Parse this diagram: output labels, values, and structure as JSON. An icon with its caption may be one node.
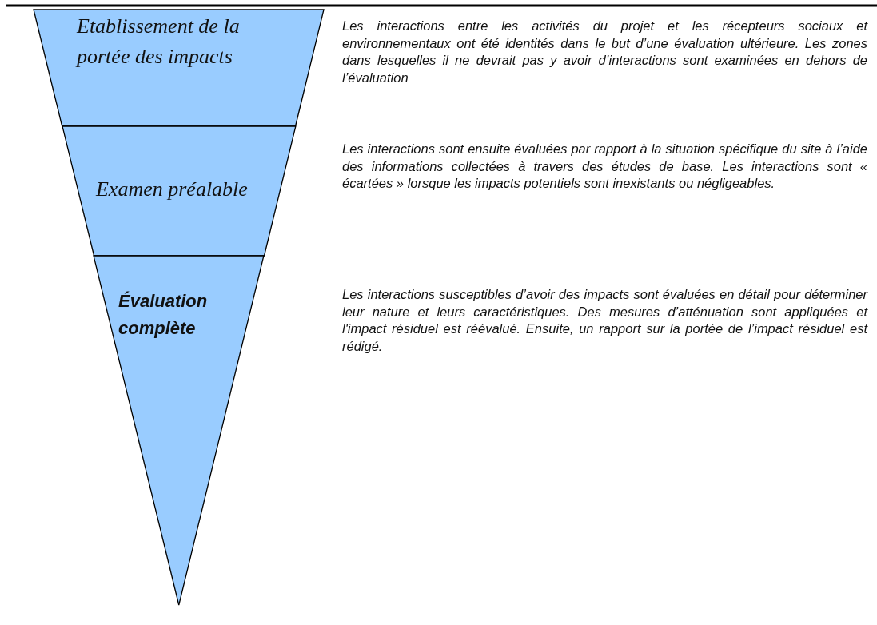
{
  "diagram": {
    "nodes": [
      {
        "text": [
          "Etablissement de la portée des impacts"
        ]
      },
      {
        "text": [
          "Examen préalable"
        ]
      },
      {
        "text": [
          "Évaluation complète"
        ]
      }
    ],
    "labels": [
      "Les interactions entre les activités du projet et les récepteurs sociaux et environnementaux ont été identités dans le but d’une évaluation ultérieure. Les zones dans lesquelles il ne devrait pas y avoir d’interactions sont examinées en dehors de l’évaluation",
      "Les interactions sont ensuite évaluées par rapport à la situation spécifique du site à l’aide des informations collectées à travers des études de base. Les interactions sont « écartées » lorsque les impacts potentiels sont inexistants ou négligeables.",
      "Les interactions susceptibles d’avoir des impacts sont évaluées en détail pour déterminer leur nature et leurs caractéristiques. Des mesures d’atténuation sont appliquées et l'impact résiduel est réévalué. Ensuite, un rapport sur la portée de l’impact résiduel est rédigé."
    ]
  }
}
